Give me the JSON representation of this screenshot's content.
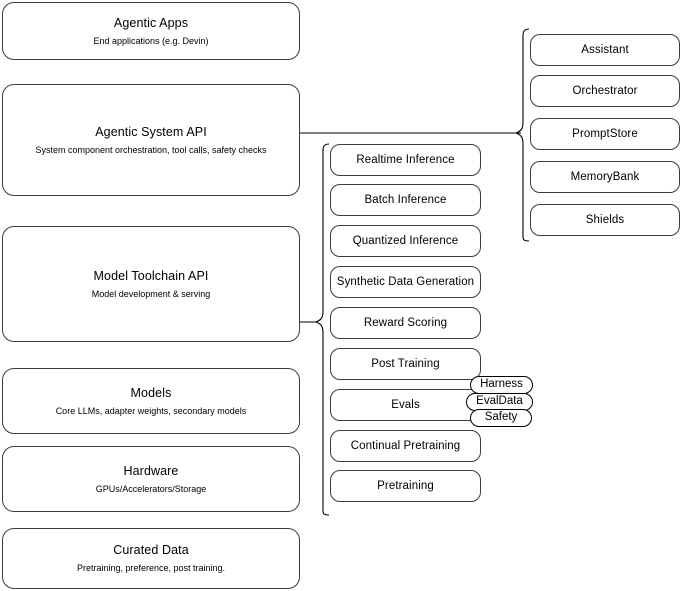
{
  "diagram": {
    "title": "Agentic AI Stack Architecture",
    "stroke_color": "#3b3b3b",
    "pill_stroke_color": "#000000",
    "background": "#ffffff"
  },
  "left_stack": [
    {
      "title": "Agentic Apps",
      "sub": "End applications (e.g. Devin)"
    },
    {
      "title": "Agentic System API",
      "sub": "System component orchestration, tool calls, safety checks"
    },
    {
      "title": "Model Toolchain API",
      "sub": "Model development & serving"
    },
    {
      "title": "Models",
      "sub": "Core LLMs, adapter weights, secondary models"
    },
    {
      "title": "Hardware",
      "sub": "GPUs/Accelerators/Storage"
    },
    {
      "title": "Curated Data",
      "sub": "Pretraining, preference, post training."
    }
  ],
  "middle_stack": [
    {
      "title": "Realtime Inference"
    },
    {
      "title": "Batch Inference"
    },
    {
      "title": "Quantized Inference"
    },
    {
      "title": "Synthetic Data Generation"
    },
    {
      "title": "Reward Scoring"
    },
    {
      "title": "Post Training"
    },
    {
      "title": "Evals"
    },
    {
      "title": "Continual Pretraining"
    },
    {
      "title": "Pretraining"
    }
  ],
  "right_stack": [
    {
      "title": "Assistant"
    },
    {
      "title": "Orchestrator"
    },
    {
      "title": "PromptStore"
    },
    {
      "title": "MemoryBank"
    },
    {
      "title": "Shields"
    }
  ],
  "eval_pills": [
    {
      "label": "Harness"
    },
    {
      "label": "EvalData"
    },
    {
      "label": "Safety"
    }
  ]
}
